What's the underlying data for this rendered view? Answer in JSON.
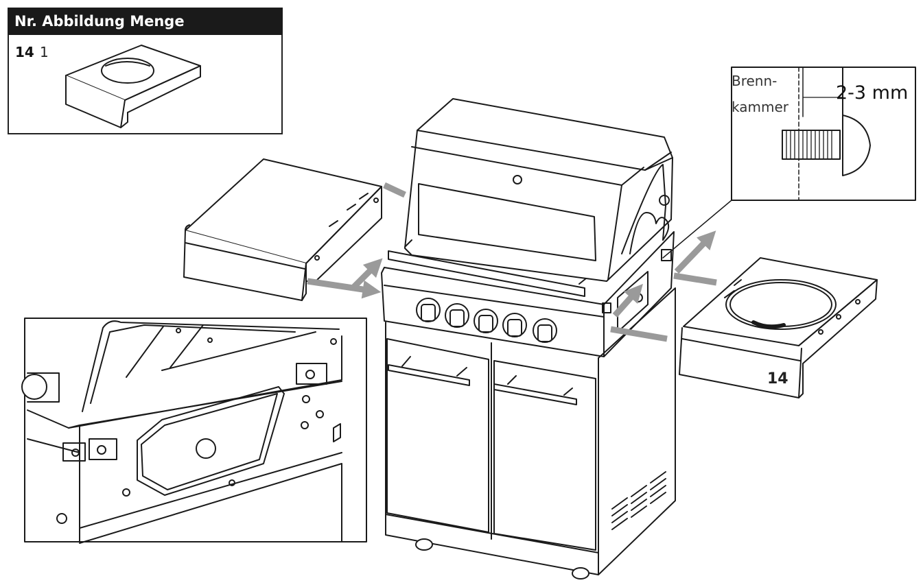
{
  "parts_table": {
    "header": "Nr. Abbildung Menge",
    "rows": [
      {
        "number": "14",
        "quantity": "1"
      }
    ]
  },
  "callouts": {
    "side_shelf_number": "14"
  },
  "detail_gap": {
    "label_line1": "Brenn-",
    "label_line2": "kammer",
    "measurement": "2-3 mm"
  },
  "colors": {
    "line": "#1a1a1a",
    "arrow": "#9a9a9a",
    "header_bg": "#1a1a1a",
    "header_text": "#ffffff"
  }
}
